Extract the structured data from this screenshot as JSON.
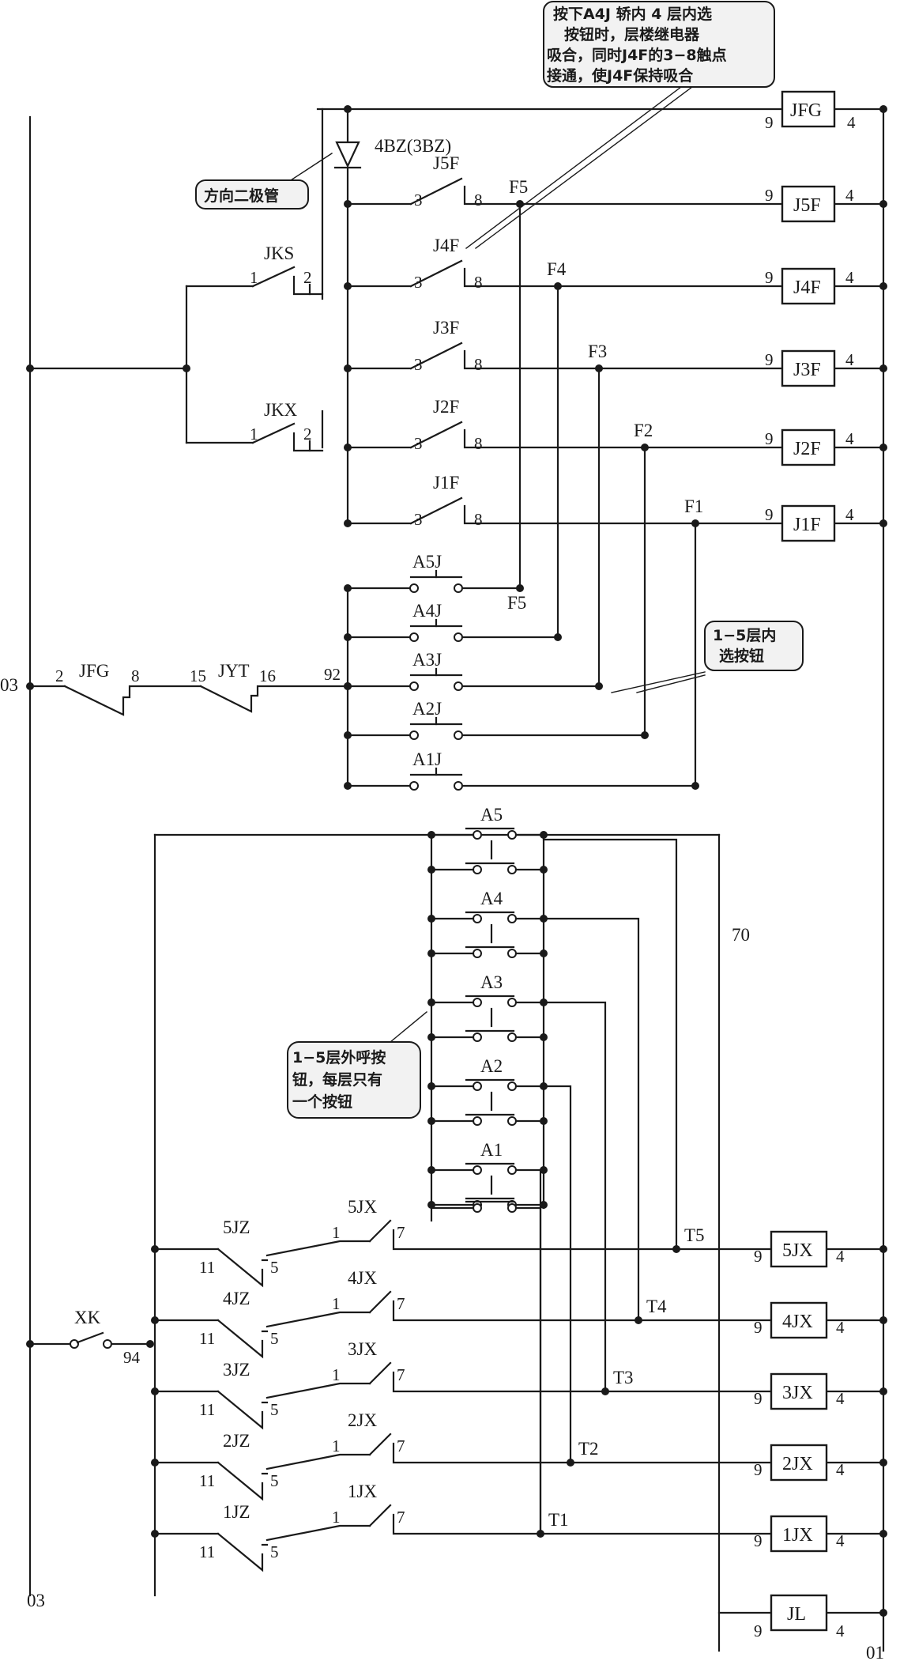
{
  "bus": {
    "left_top": "03",
    "left_bottom": "03",
    "right_bottom": "01"
  },
  "annotations": {
    "top": [
      "按下A4J 轿内 4 层内选",
      "按钮时，层楼继电器",
      "吸合，同时J4F的3−8触点",
      "接通，使J4F保持吸合"
    ],
    "diode": [
      "方向二极管"
    ],
    "inner_buttons": [
      "1−5层内",
      "选按钮"
    ],
    "outer_buttons": [
      "1−5层外呼按",
      "钮，每层只有",
      "一个按钮"
    ]
  },
  "diode": {
    "label": "4BZ(3BZ)"
  },
  "direction_contacts": [
    {
      "label": "JKS",
      "pin_a": "1",
      "pin_b": "2"
    },
    {
      "label": "JKX",
      "pin_a": "1",
      "pin_b": "2"
    }
  ],
  "coil_jfg": {
    "label": "JFG",
    "pin_in": "9",
    "pin_out": "4"
  },
  "floor_relays": [
    {
      "contact": "J5F",
      "pin_a": "3",
      "pin_b": "8",
      "node": "F5",
      "coil": "J5F",
      "pin_in": "9",
      "pin_out": "4"
    },
    {
      "contact": "J4F",
      "pin_a": "3",
      "pin_b": "8",
      "node": "F4",
      "coil": "J4F",
      "pin_in": "9",
      "pin_out": "4"
    },
    {
      "contact": "J3F",
      "pin_a": "3",
      "pin_b": "8",
      "node": "F3",
      "coil": "J3F",
      "pin_in": "9",
      "pin_out": "4"
    },
    {
      "contact": "J2F",
      "pin_a": "3",
      "pin_b": "8",
      "node": "F2",
      "coil": "J2F",
      "pin_in": "9",
      "pin_out": "4"
    },
    {
      "contact": "J1F",
      "pin_a": "3",
      "pin_b": "8",
      "node": "F1",
      "coil": "J1F",
      "pin_in": "9",
      "pin_out": "4"
    }
  ],
  "inner_buttons": [
    "A5J",
    "A4J",
    "A3J",
    "A2J",
    "A1J"
  ],
  "inner_button_node": "F5",
  "series": {
    "jfg": {
      "label": "JFG",
      "pin_a": "2",
      "pin_b": "8"
    },
    "jyt": {
      "label": "JYT",
      "pin_a": "15",
      "pin_b": "16"
    },
    "node": "92"
  },
  "outer_buttons": [
    "A5",
    "A4",
    "A3",
    "A2",
    "A1"
  ],
  "wire_70": "70",
  "xk": {
    "label": "XK",
    "node": "94"
  },
  "call_rows": [
    {
      "jz": "5JZ",
      "jz_a": "11",
      "jz_b": "5",
      "jx": "5JX",
      "jx_a": "1",
      "jx_b": "7",
      "node": "T5",
      "coil": "5JX",
      "pin_in": "9",
      "pin_out": "4"
    },
    {
      "jz": "4JZ",
      "jz_a": "11",
      "jz_b": "5",
      "jx": "4JX",
      "jx_a": "1",
      "jx_b": "7",
      "node": "T4",
      "coil": "4JX",
      "pin_in": "9",
      "pin_out": "4"
    },
    {
      "jz": "3JZ",
      "jz_a": "11",
      "jz_b": "5",
      "jx": "3JX",
      "jx_a": "1",
      "jx_b": "7",
      "node": "T3",
      "coil": "3JX",
      "pin_in": "9",
      "pin_out": "4"
    },
    {
      "jz": "2JZ",
      "jz_a": "11",
      "jz_b": "5",
      "jx": "2JX",
      "jx_a": "1",
      "jx_b": "7",
      "node": "T2",
      "coil": "2JX",
      "pin_in": "9",
      "pin_out": "4"
    },
    {
      "jz": "1JZ",
      "jz_a": "11",
      "jz_b": "5",
      "jx": "1JX",
      "jx_a": "1",
      "jx_b": "7",
      "node": "T1",
      "coil": "1JX",
      "pin_in": "9",
      "pin_out": "4"
    }
  ],
  "coil_jl": {
    "label": "JL",
    "pin_in": "9",
    "pin_out": "4"
  }
}
